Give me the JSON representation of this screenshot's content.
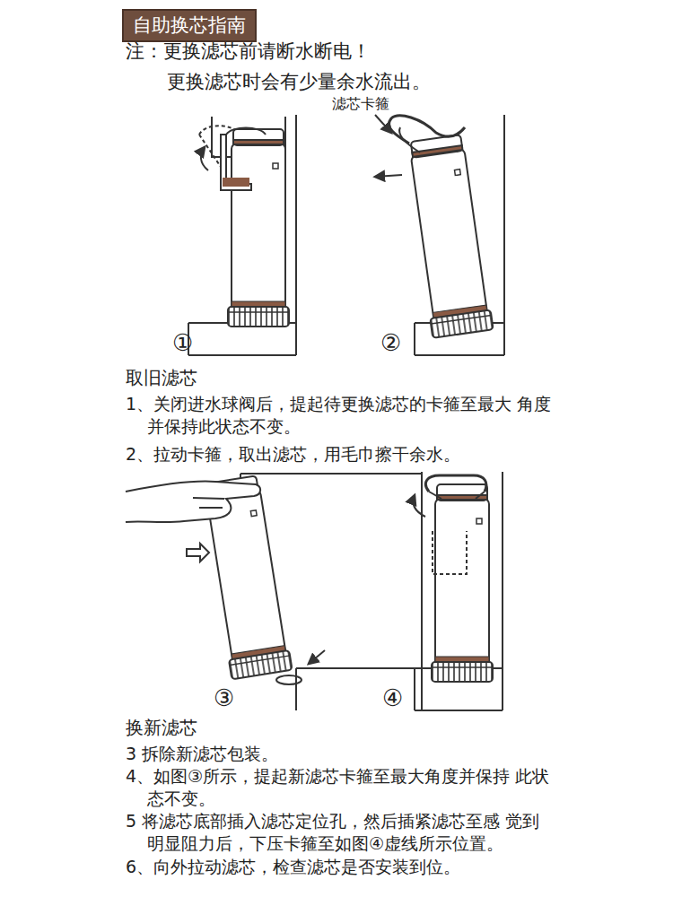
{
  "diagram": {
    "title": "自助换芯指南",
    "labels": [
      "注：更换滤芯前请断水断电！",
      "更换滤芯时会有少量余水流出。",
      "滤芯卡箍",
      "①",
      "②",
      "取旧滤芯",
      "1、关闭进水球阀后，提起待更换滤芯的卡箍至最大 角度并保持此状态不变。",
      "2、拉动卡箍，取出滤芯，用毛巾擦干余水。",
      "③",
      "④",
      "换新滤芯",
      "3 拆除新滤芯包装。",
      "4、如图③所示，提起新滤芯卡箍至最大角度并保持 此状态不变。",
      "5 将滤芯底部插入滤芯定位孔，然后插紧滤芯至感 觉到明显阻力后，下压卡箍至如图④虚线所示位置。",
      "6、向外拉动滤芯，检查滤芯是否安装到位。"
    ]
  }
}
